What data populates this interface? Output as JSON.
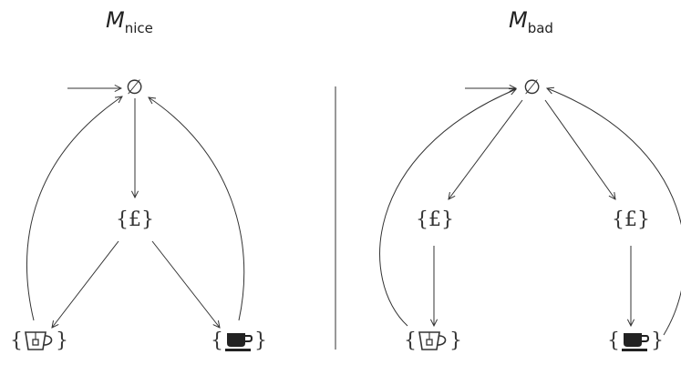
{
  "left_title": {
    "main": "M",
    "sub": "nice"
  },
  "right_title": {
    "main": "M",
    "sub": "bad"
  },
  "nodes": {
    "empty": "∅",
    "pound": "{£}",
    "open": "{",
    "close": "}"
  },
  "icons": {
    "tea": "tea-cup-icon",
    "coffee": "coffee-cup-icon"
  }
}
